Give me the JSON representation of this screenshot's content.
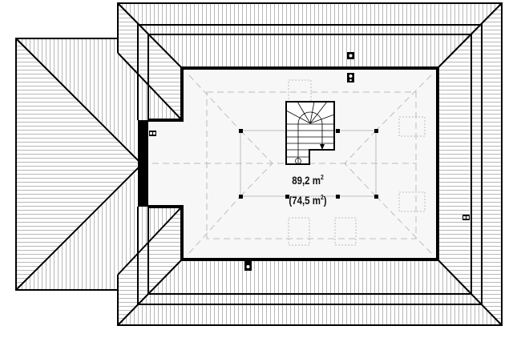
{
  "plan": {
    "title": "Attic floor / roof plan",
    "area": {
      "total_value": "89,2",
      "usable_value": "74,5",
      "unit": "m",
      "unit_exponent": "2",
      "open_paren": "(",
      "close_paren": ")"
    },
    "colors": {
      "line": "#000000",
      "hatch": "#b8b8b8",
      "floor": "#f7f7f7",
      "dash": "#bdbdbd"
    },
    "icons": [
      "chimney-vent-icon",
      "stair-arrow-icon",
      "roof-window-icon",
      "column-icon"
    ]
  }
}
